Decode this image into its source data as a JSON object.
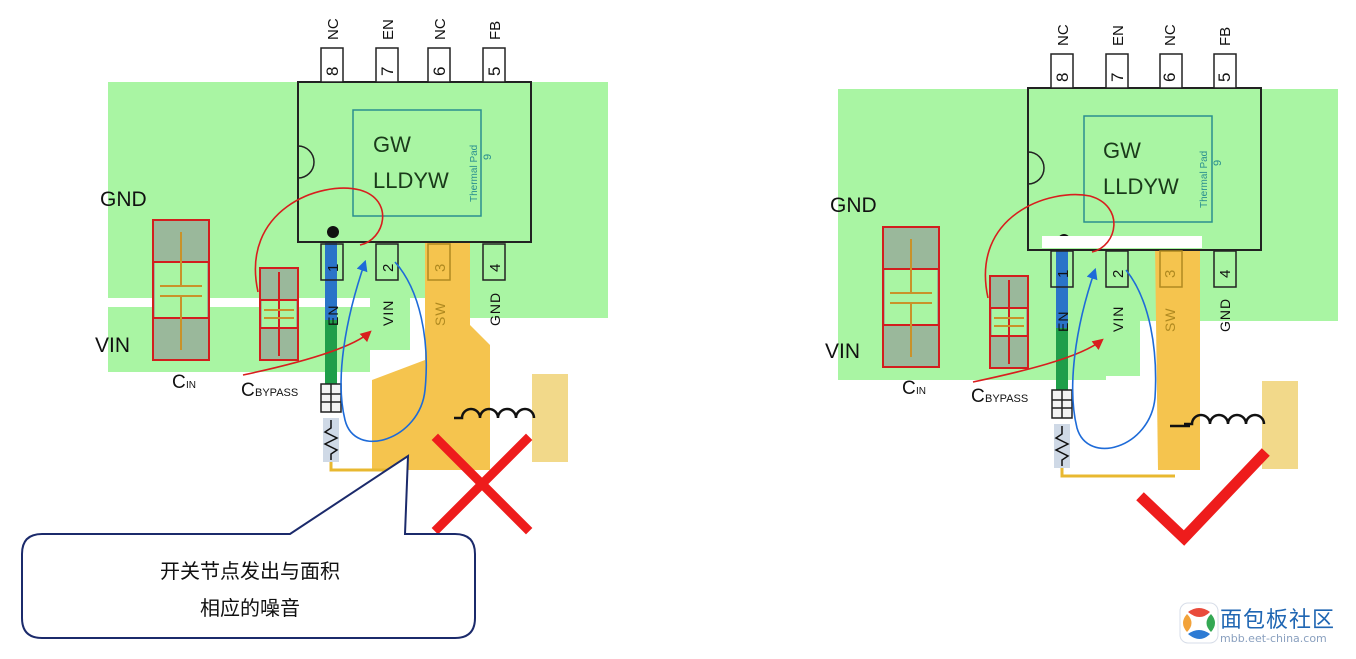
{
  "colors": {
    "copper": "#a9f5a3",
    "sw_trace": "#f5c44e",
    "en_trace": "#2a74c8",
    "fb_trace": "#1f9e4a",
    "current_red": "#d81e1e",
    "current_blue": "#1e6bd8",
    "mark_red": "#ee1c1c"
  },
  "left": {
    "ic_marking": [
      "GW",
      "LLDYW"
    ],
    "thermal_pad": "Thermal Pad",
    "thermal_pad_number": "9",
    "pins_top": [
      {
        "num": "8",
        "name": "NC"
      },
      {
        "num": "7",
        "name": "EN"
      },
      {
        "num": "6",
        "name": "NC"
      },
      {
        "num": "5",
        "name": "FB"
      }
    ],
    "pins_bottom": [
      {
        "num": "1",
        "name": "EN"
      },
      {
        "num": "2",
        "name": "VIN"
      },
      {
        "num": "3",
        "name": "SW"
      },
      {
        "num": "4",
        "name": "GND"
      }
    ],
    "label_gnd": "GND",
    "label_vin": "VIN",
    "cin": {
      "main": "C",
      "sub": "IN"
    },
    "cbypass": {
      "main": "C",
      "sub": "BYPASS"
    },
    "verdict": "wrong"
  },
  "right": {
    "ic_marking": [
      "GW",
      "LLDYW"
    ],
    "thermal_pad": "Thermal Pad",
    "thermal_pad_number": "9",
    "pins_top": [
      {
        "num": "8",
        "name": "NC"
      },
      {
        "num": "7",
        "name": "EN"
      },
      {
        "num": "6",
        "name": "NC"
      },
      {
        "num": "5",
        "name": "FB"
      }
    ],
    "pins_bottom": [
      {
        "num": "1",
        "name": "EN"
      },
      {
        "num": "2",
        "name": "VIN"
      },
      {
        "num": "3",
        "name": "SW"
      },
      {
        "num": "4",
        "name": "GND"
      }
    ],
    "label_gnd": "GND",
    "label_vin": "VIN",
    "cin": {
      "main": "C",
      "sub": "IN"
    },
    "cbypass": {
      "main": "C",
      "sub": "BYPASS"
    },
    "verdict": "correct"
  },
  "callout": {
    "line1": "开关节点发出与面积",
    "line2": "相应的噪音"
  },
  "watermark": {
    "title": "面包板社区",
    "url": "mbb.eet-china.com"
  }
}
